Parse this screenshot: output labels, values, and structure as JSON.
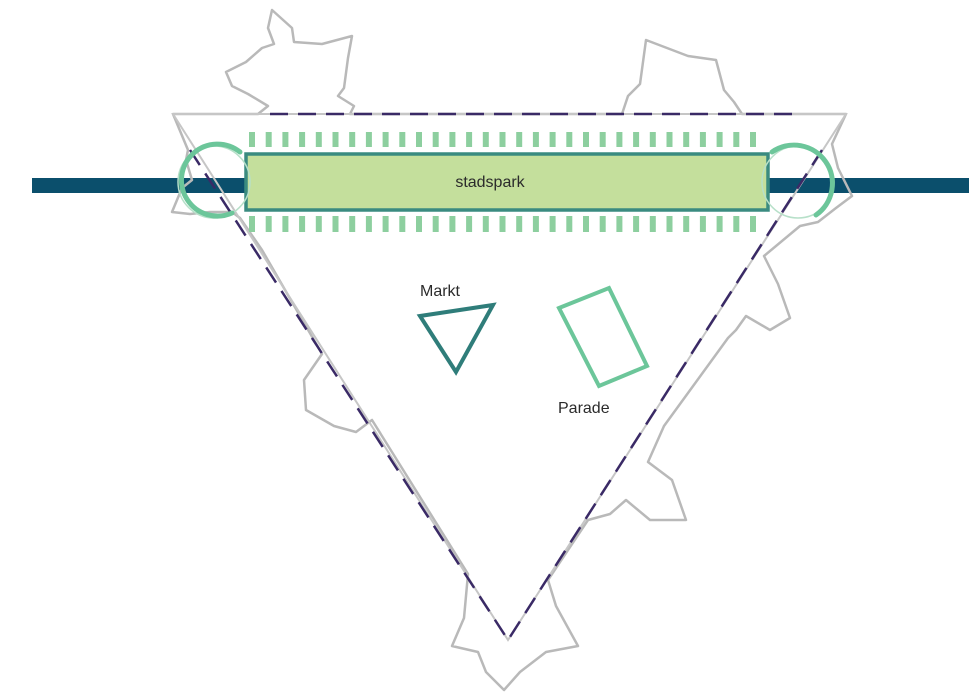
{
  "labels": {
    "park": "stadspark",
    "market": "Markt",
    "parade": "Parade"
  },
  "colors": {
    "river": "#0b4f6c",
    "outline": "#b9b9b9",
    "dashed_boundary": "#3a2a66",
    "park_fill": "#c4df9c",
    "park_stroke": "#3a8b80",
    "park_stripes": "#8dcf9f",
    "gate_circle": "#6cc69a",
    "market": "#2f7d7a",
    "parade": "#6cc69a"
  }
}
